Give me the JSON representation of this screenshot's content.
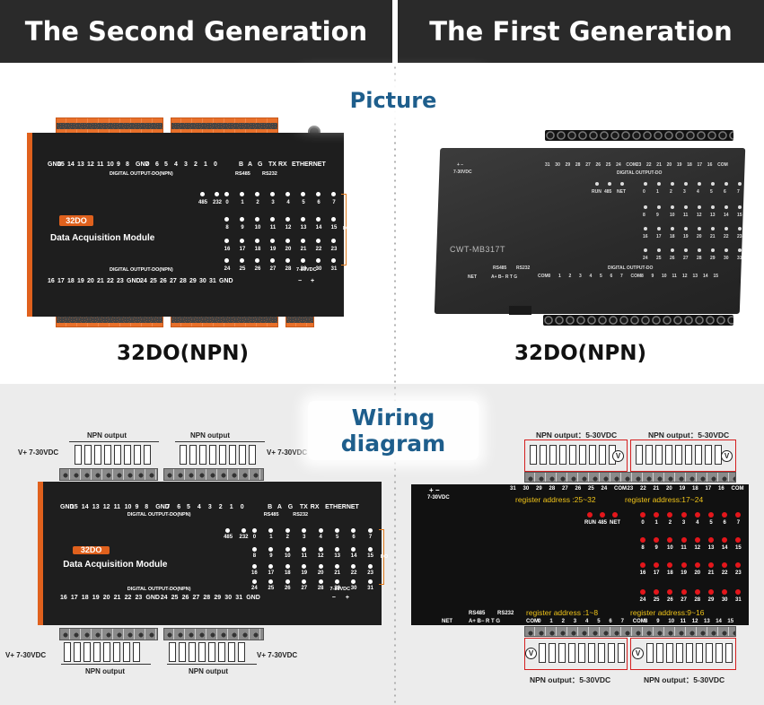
{
  "headers": {
    "left": "The Second Generation",
    "right": "The First Generation"
  },
  "sections": {
    "picture": "Picture",
    "wiring_line1": "Wiring",
    "wiring_line2": "diagram"
  },
  "captions": {
    "left": "32DO(NPN)",
    "right": "32DO(NPN)"
  },
  "module2": {
    "badge": "32DO",
    "title": "Data Acquisition Module",
    "top_pins": [
      "GND",
      "15",
      "14",
      "13",
      "12",
      "11",
      "10",
      "9",
      "8",
      "GND",
      "7",
      "6",
      "5",
      "4",
      "3",
      "2",
      "1",
      "0",
      "B",
      "A",
      "G",
      "TX",
      "RX",
      "ETHERNET"
    ],
    "top_caption": "DIGITAL OUTPUT-DO(NPN)",
    "rs485": "RS485",
    "rs232": "RS232",
    "bottom_caption": "DIGITAL OUTPUT-DO(NPN)",
    "bottom_pins": [
      "16",
      "17",
      "18",
      "19",
      "20",
      "21",
      "22",
      "23",
      "GND",
      "24",
      "25",
      "26",
      "27",
      "28",
      "29",
      "30",
      "31",
      "GND"
    ],
    "power": "7-30VDC",
    "minus": "−",
    "plus": "+",
    "led_rows": [
      [
        "485",
        "232",
        "0",
        "1",
        "2",
        "3",
        "4",
        "5",
        "6",
        "7"
      ],
      [
        "8",
        "9",
        "10",
        "11",
        "12",
        "13",
        "14",
        "15"
      ],
      [
        "16",
        "17",
        "18",
        "19",
        "20",
        "21",
        "22",
        "23"
      ],
      [
        "24",
        "25",
        "26",
        "27",
        "28",
        "29",
        "30",
        "31"
      ]
    ],
    "do_label": "DO"
  },
  "device1": {
    "power_sign": "+ −",
    "power": "7-30VDC",
    "top_pins": [
      "31",
      "30",
      "29",
      "28",
      "27",
      "26",
      "25",
      "24",
      "COM",
      "23",
      "22",
      "21",
      "20",
      "19",
      "18",
      "17",
      "16",
      "COM"
    ],
    "top_caption": "DIGITAL OUTPUT-DO",
    "status": [
      "RUN",
      "485",
      "NET"
    ],
    "led_rows": [
      [
        "0",
        "1",
        "2",
        "3",
        "4",
        "5",
        "6",
        "7"
      ],
      [
        "8",
        "9",
        "10",
        "11",
        "12",
        "13",
        "14",
        "15"
      ],
      [
        "16",
        "17",
        "18",
        "19",
        "20",
        "21",
        "22",
        "23"
      ],
      [
        "24",
        "25",
        "26",
        "27",
        "28",
        "29",
        "30",
        "31"
      ]
    ],
    "model": "CWT-MB317T",
    "rs485": "RS485",
    "rs232": "RS232",
    "bottom_caption": "DIGITAL OUTPUT-DO",
    "net": "NET",
    "bottom_left": "A+ B−   R T G",
    "bottom_pins": [
      "COM",
      "0",
      "1",
      "2",
      "3",
      "4",
      "5",
      "6",
      "7",
      "COM",
      "8",
      "9",
      "10",
      "11",
      "12",
      "13",
      "14",
      "15"
    ]
  },
  "wiring_left": {
    "npn_output": "NPN output",
    "supply": "V+ 7-30VDC"
  },
  "wiring_right": {
    "npn_output": "NPN output：5-30VDC",
    "power_sign": "+ −",
    "power": "7-30VDC",
    "reg_25_32": "register address :25~32",
    "reg_17_24": "register address:17~24",
    "reg_1_8": "register address :1~8",
    "reg_9_16": "register address:9~16",
    "status": [
      "RUN",
      "485",
      "NET"
    ],
    "top_pins": [
      "31",
      "30",
      "29",
      "28",
      "27",
      "26",
      "25",
      "24",
      "COM",
      "23",
      "22",
      "21",
      "20",
      "19",
      "18",
      "17",
      "16",
      "COM"
    ],
    "bottom_pins": [
      "COM",
      "0",
      "1",
      "2",
      "3",
      "4",
      "5",
      "6",
      "7",
      "COM",
      "8",
      "9",
      "10",
      "11",
      "12",
      "13",
      "14",
      "15"
    ],
    "rs485": "RS485",
    "rs232": "RS232",
    "bottom_left": "A+ B−   R T G",
    "net": "NET",
    "v": "V"
  },
  "colors": {
    "header_bg": "#2a2a2a",
    "accent_orange": "#e0611d",
    "section_blue": "#1e5e8c",
    "led_red": "#e4161b",
    "reg_yellow": "#f0c419"
  }
}
